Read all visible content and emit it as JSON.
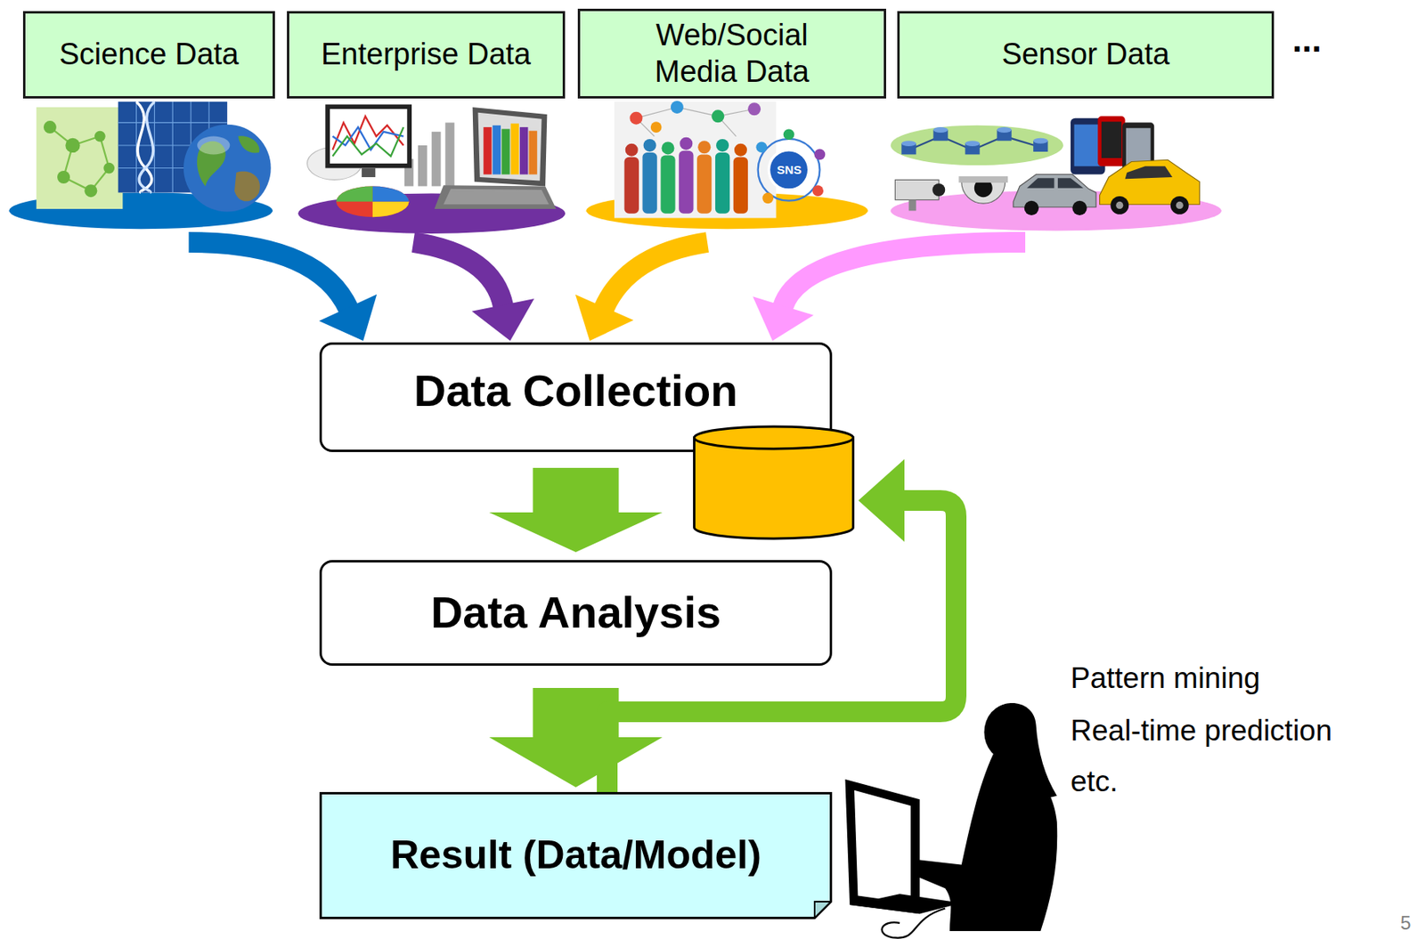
{
  "diagram": {
    "nodes": [
      {
        "text": [
          "Science Data"
        ]
      },
      {
        "text": [
          "Enterprise Data"
        ]
      },
      {
        "text": [
          "Web/Social Media Data"
        ]
      },
      {
        "text": [
          "Sensor Data"
        ]
      },
      {
        "text": [
          "Data Collection"
        ]
      },
      {
        "text": [
          "Data Analysis"
        ]
      },
      {
        "text": [
          "Result (Data/Model)"
        ]
      }
    ],
    "edges": [
      {
        "from": 0,
        "to": 4,
        "arrow": "to"
      },
      {
        "from": 1,
        "to": 4,
        "arrow": "to"
      },
      {
        "from": 2,
        "to": 4,
        "arrow": "to"
      },
      {
        "from": 3,
        "to": 4,
        "arrow": "to"
      },
      {
        "from": 4,
        "to": 5,
        "arrow": "to"
      },
      {
        "from": 5,
        "to": 6,
        "arrow": "to"
      },
      {
        "from": 6,
        "to": 4,
        "arrow": "to"
      }
    ],
    "labels": [
      "...",
      "SNS",
      "Pattern mining",
      "Real-time prediction",
      "etc.",
      "5"
    ]
  }
}
